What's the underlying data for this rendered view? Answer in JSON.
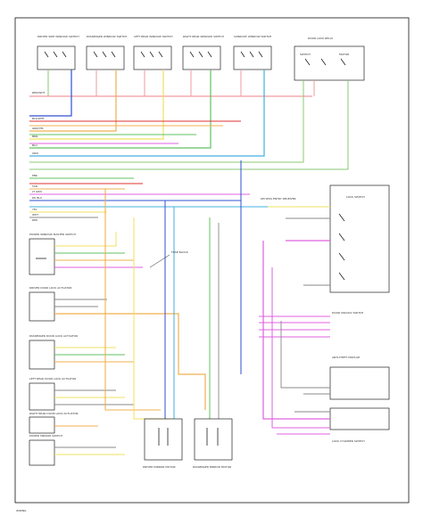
{
  "diagram": {
    "footer_code": "WIRING",
    "top_switches": [
      {
        "label": "DRIVER SIDE WINDOW SWITCH",
        "color": "#3050d0"
      },
      {
        "label": "PASSENGER WINDOW SWITCH",
        "color": "#f0b050"
      },
      {
        "label": "LEFT REAR WINDOW SWITCH",
        "color": "#f0e060"
      },
      {
        "label": "RIGHT REAR WINDOW SWITCH",
        "color": "#60c060"
      },
      {
        "label": "SUNROOF WINDOW SWITCH",
        "color": "#40b0e0"
      }
    ],
    "relay": {
      "label": "DOOR LOCK RELAY",
      "left_label": "SWITCH",
      "right_label": "MOTOR"
    },
    "power_wire_label": "RED/WHT",
    "left_modules": [
      {
        "label": "POWER WINDOW MASTER SWITCH"
      },
      {
        "label": "DRIVER DOOR LOCK ACTUATOR"
      },
      {
        "label": "PASSENGER DOOR LOCK ACTUATOR"
      },
      {
        "label": "LEFT REAR DOOR LOCK ACTUATOR"
      },
      {
        "label": "RIGHT REAR DOOR LOCK ACTUATOR"
      },
      {
        "label": "POWER MIRROR SWITCH"
      }
    ],
    "right_box": {
      "label": "LOCK SWITCH"
    },
    "right_labels": [
      "KEYLESS ENTRY RECEIVER",
      "DOOR UNLOCK SWITCH",
      "ANTI-THEFT MODULE",
      "LOCK CYLINDER SWITCH"
    ],
    "center_note": "FUSE BLOCK",
    "bottom_motors": [
      {
        "label": "DRIVER MIRROR MOTOR"
      },
      {
        "label": "PASSENGER MIRROR MOTOR"
      }
    ],
    "wire_labels": [
      "BLK/WHT",
      "GRN/YEL",
      "BRN",
      "BLU",
      "ORN",
      "PNK",
      "TAN",
      "LT GRN",
      "DK BLU",
      "YEL",
      "WHT",
      "RED"
    ]
  }
}
